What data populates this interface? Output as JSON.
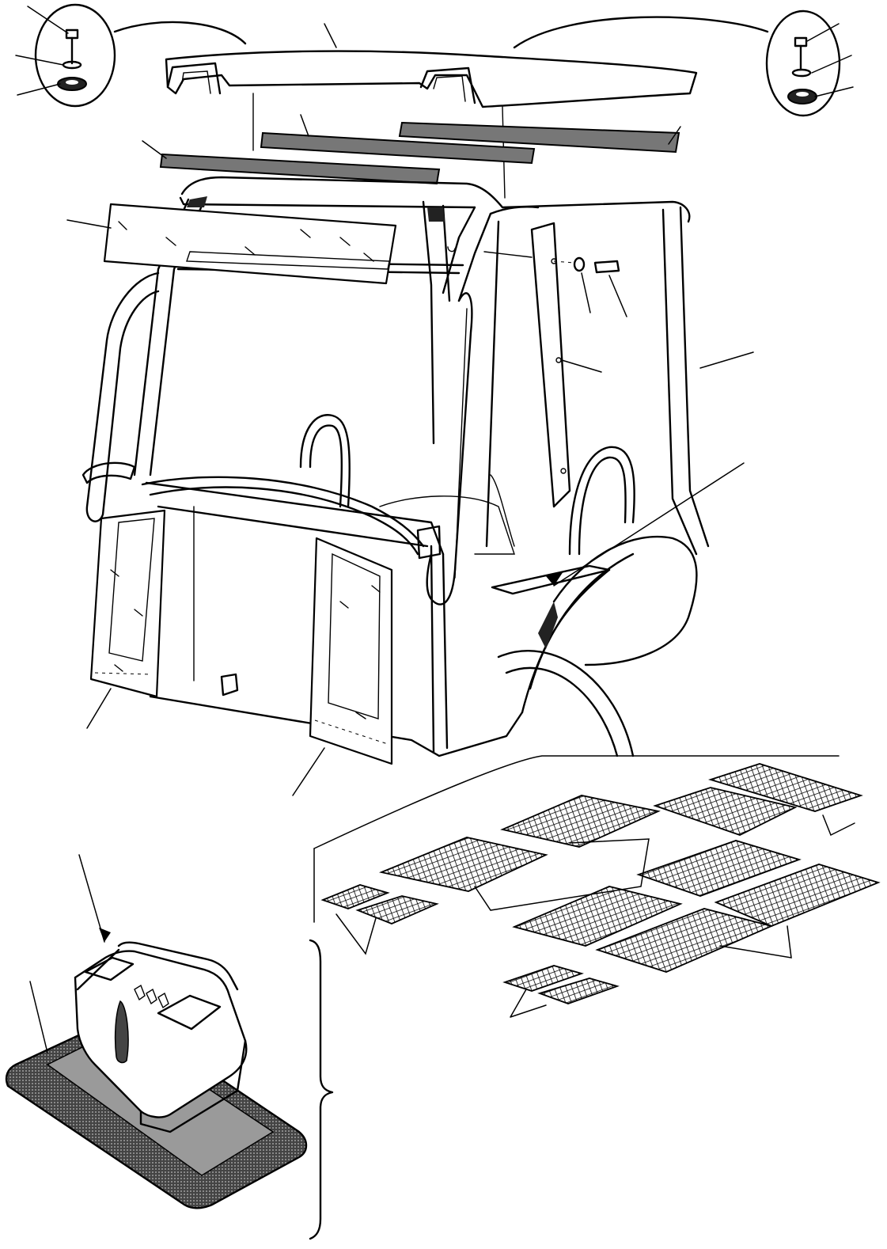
{
  "figure": {
    "kind": "exploded parts drawing",
    "printed_text": []
  },
  "colors": {
    "ink": "#000000",
    "paper": "#ffffff",
    "seal_fill": "#777777",
    "mat_fill": "#555555"
  },
  "parts": [
    "roof-cap",
    "roof-seal-strips",
    "front-upper-glass",
    "cab-frame",
    "side-trim-strip",
    "door-glass-left",
    "door-glass-right",
    "floor-mats",
    "console-cover",
    "console-base-mat",
    "bolt-washer-nut-left",
    "bolt-washer-nut-right",
    "bolt-washer-pillar"
  ]
}
